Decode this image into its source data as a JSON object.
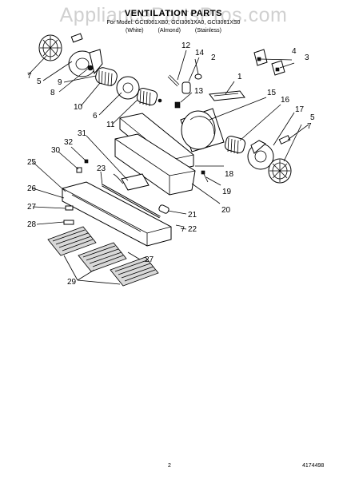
{
  "header": {
    "title": "VENTILATION PARTS",
    "models": "For Model: GCI3061XB0, GCI3061XA0, GCI3061XS0",
    "colors": [
      "(White)",
      "(Almond)",
      "(Stainless)"
    ]
  },
  "watermark": "AppliancePartsPros.com",
  "callouts": [
    "1",
    "2",
    "3",
    "4",
    "5",
    "5",
    "6",
    "7",
    "7",
    "8",
    "9",
    "10",
    "11",
    "12",
    "13",
    "14",
    "15",
    "16",
    "17",
    "18",
    "19",
    "20",
    "21",
    "22",
    "23",
    "25",
    "26",
    "27",
    "27",
    "28",
    "29",
    "30",
    "31",
    "32"
  ],
  "footer": {
    "page_number": "2",
    "document_number": "4174498"
  }
}
